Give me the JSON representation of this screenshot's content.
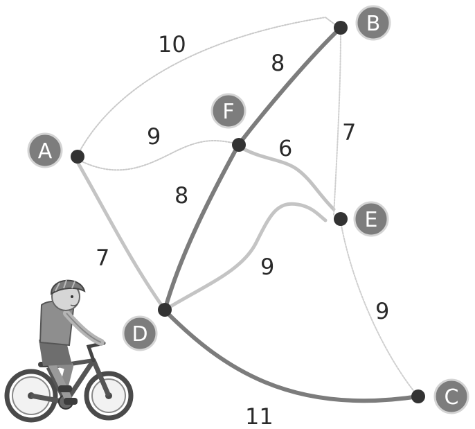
{
  "colors": {
    "edge_dark": "#7a7a7a",
    "edge_light": "#bcbcbc",
    "edge_faint": "#c8c8c8",
    "node_dot": "#333333",
    "badge_fill": "#7d7d7d",
    "badge_ring": "#cfcfcf"
  },
  "nodes": {
    "A": {
      "label": "A"
    },
    "B": {
      "label": "B"
    },
    "C": {
      "label": "C"
    },
    "D": {
      "label": "D"
    },
    "E": {
      "label": "E"
    },
    "F": {
      "label": "F"
    }
  },
  "edges": {
    "AB": {
      "weight": "10",
      "from": "A",
      "to": "B",
      "style": "faint"
    },
    "AF": {
      "weight": "9",
      "from": "A",
      "to": "F",
      "style": "faint"
    },
    "FB": {
      "weight": "8",
      "from": "F",
      "to": "B",
      "style": "bold"
    },
    "FE": {
      "weight": "6",
      "from": "F",
      "to": "E",
      "style": "light"
    },
    "BE": {
      "weight": "7",
      "from": "B",
      "to": "E",
      "style": "faint"
    },
    "FD": {
      "weight": "8",
      "from": "F",
      "to": "D",
      "style": "bold"
    },
    "AD": {
      "weight": "7",
      "from": "A",
      "to": "D",
      "style": "light"
    },
    "DE": {
      "weight": "9",
      "from": "D",
      "to": "E",
      "style": "light"
    },
    "EC": {
      "weight": "9",
      "from": "E",
      "to": "C",
      "style": "faint"
    },
    "DC": {
      "weight": "11",
      "from": "D",
      "to": "C",
      "style": "bold"
    }
  },
  "illustration": {
    "icon": "child-on-bicycle"
  }
}
